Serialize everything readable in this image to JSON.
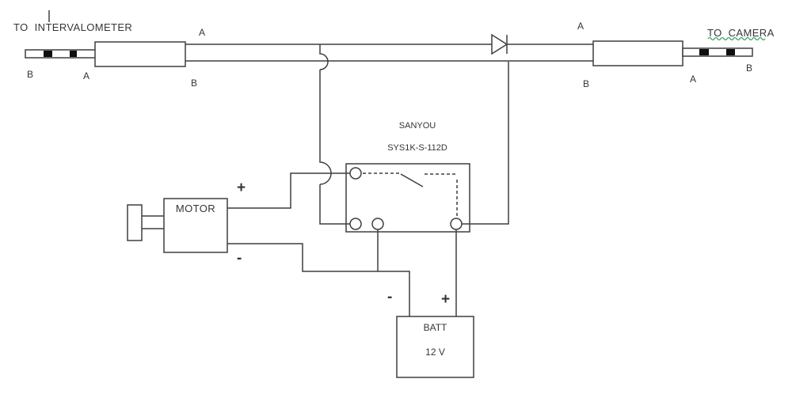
{
  "diagram": {
    "left_connector": {
      "destination": "TO  INTERVALOMETER",
      "tip_label": "B",
      "sleeve_label": "A"
    },
    "right_connector": {
      "destination": "TO  CAMERA",
      "tip_label": "A",
      "tip_end_label": "B"
    },
    "wires": {
      "left_a": "A",
      "left_b": "B",
      "right_a": "A",
      "right_b": "B"
    },
    "relay": {
      "brand": "SANYOU",
      "model": "SYS1K-S-112D"
    },
    "motor": {
      "label": "MOTOR",
      "positive": "+",
      "negative": "-"
    },
    "battery": {
      "label": "BATT",
      "voltage": "12 V",
      "positive": "+",
      "negative": "-"
    },
    "colors": {
      "line": "#3f3f3f",
      "text": "#353535",
      "band": "#0f0f0f",
      "squiggle": "#33a05a",
      "background": "#ffffff"
    }
  }
}
